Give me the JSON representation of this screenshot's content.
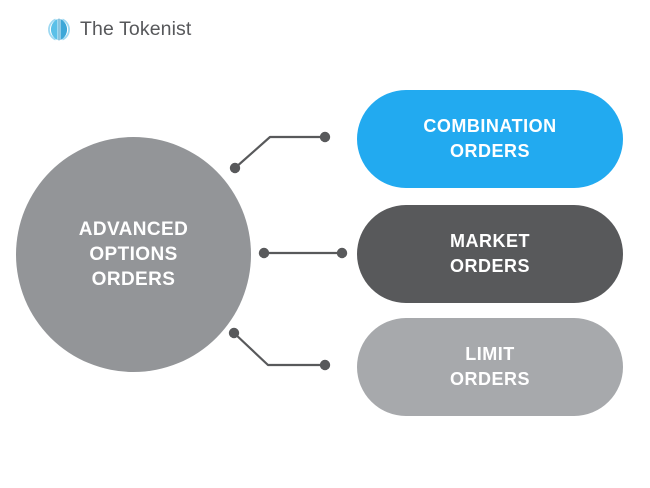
{
  "brand": {
    "name": "The Tokenist",
    "mark_icon": "tokenist-circle-logo-icon",
    "mark_color": "#3eb6e6",
    "text_color": "#57585b"
  },
  "diagram": {
    "type": "hub-and-spoke",
    "hub": {
      "label": "ADVANCED\nOPTIONS\nORDERS",
      "color": "#939598",
      "text_color": "#ffffff",
      "shape": "circle"
    },
    "nodes": [
      {
        "label": "COMBINATION\nORDERS",
        "color": "#22aaf0",
        "text_color": "#ffffff",
        "shape": "pill"
      },
      {
        "label": "MARKET\nORDERS",
        "color": "#58595b",
        "text_color": "#ffffff",
        "shape": "pill"
      },
      {
        "label": "LIMIT\nORDERS",
        "color": "#a7a9ac",
        "text_color": "#ffffff",
        "shape": "pill"
      }
    ],
    "connector_color": "#58595b",
    "connector_endpoint_shape": "dot"
  }
}
